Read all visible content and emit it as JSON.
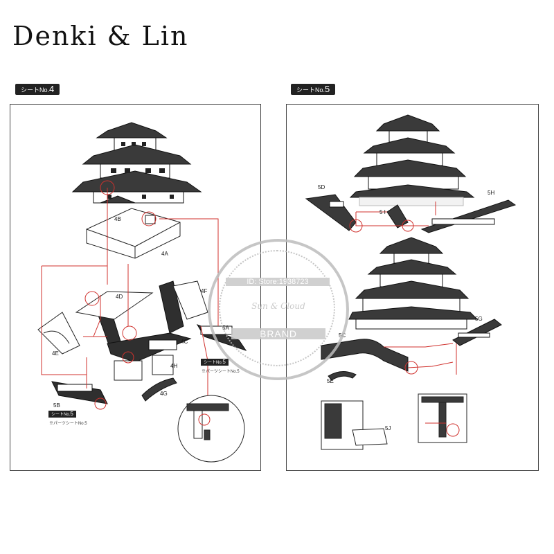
{
  "brand": "Denki & Lin",
  "sheets": {
    "left": {
      "prefix": "シートNo.",
      "number": "4"
    },
    "right": {
      "prefix": "シートNo.",
      "number": "5"
    }
  },
  "parts_left": [
    "4B",
    "4A",
    "4D",
    "4F",
    "4E",
    "4C",
    "5A",
    "4H",
    "4G",
    "5B"
  ],
  "parts_right": [
    "5D",
    "5 I",
    "5H",
    "5C",
    "5G",
    "5E",
    "5J"
  ],
  "tags": {
    "tag1": {
      "prefix": "シートNo.",
      "number": "5",
      "note": "※パーツシートNo.5"
    },
    "tag2": {
      "prefix": "シートNo.",
      "number": "5",
      "note": "※パーツシートNo.5"
    }
  },
  "watermark": {
    "id": "ID: Store:1938723",
    "script": "Sun & Cloud",
    "brand": "BRAND"
  },
  "colors": {
    "ink": "#222222",
    "accent": "#d0312d",
    "roof": "#3a3a3a",
    "panel_border": "#444444"
  }
}
